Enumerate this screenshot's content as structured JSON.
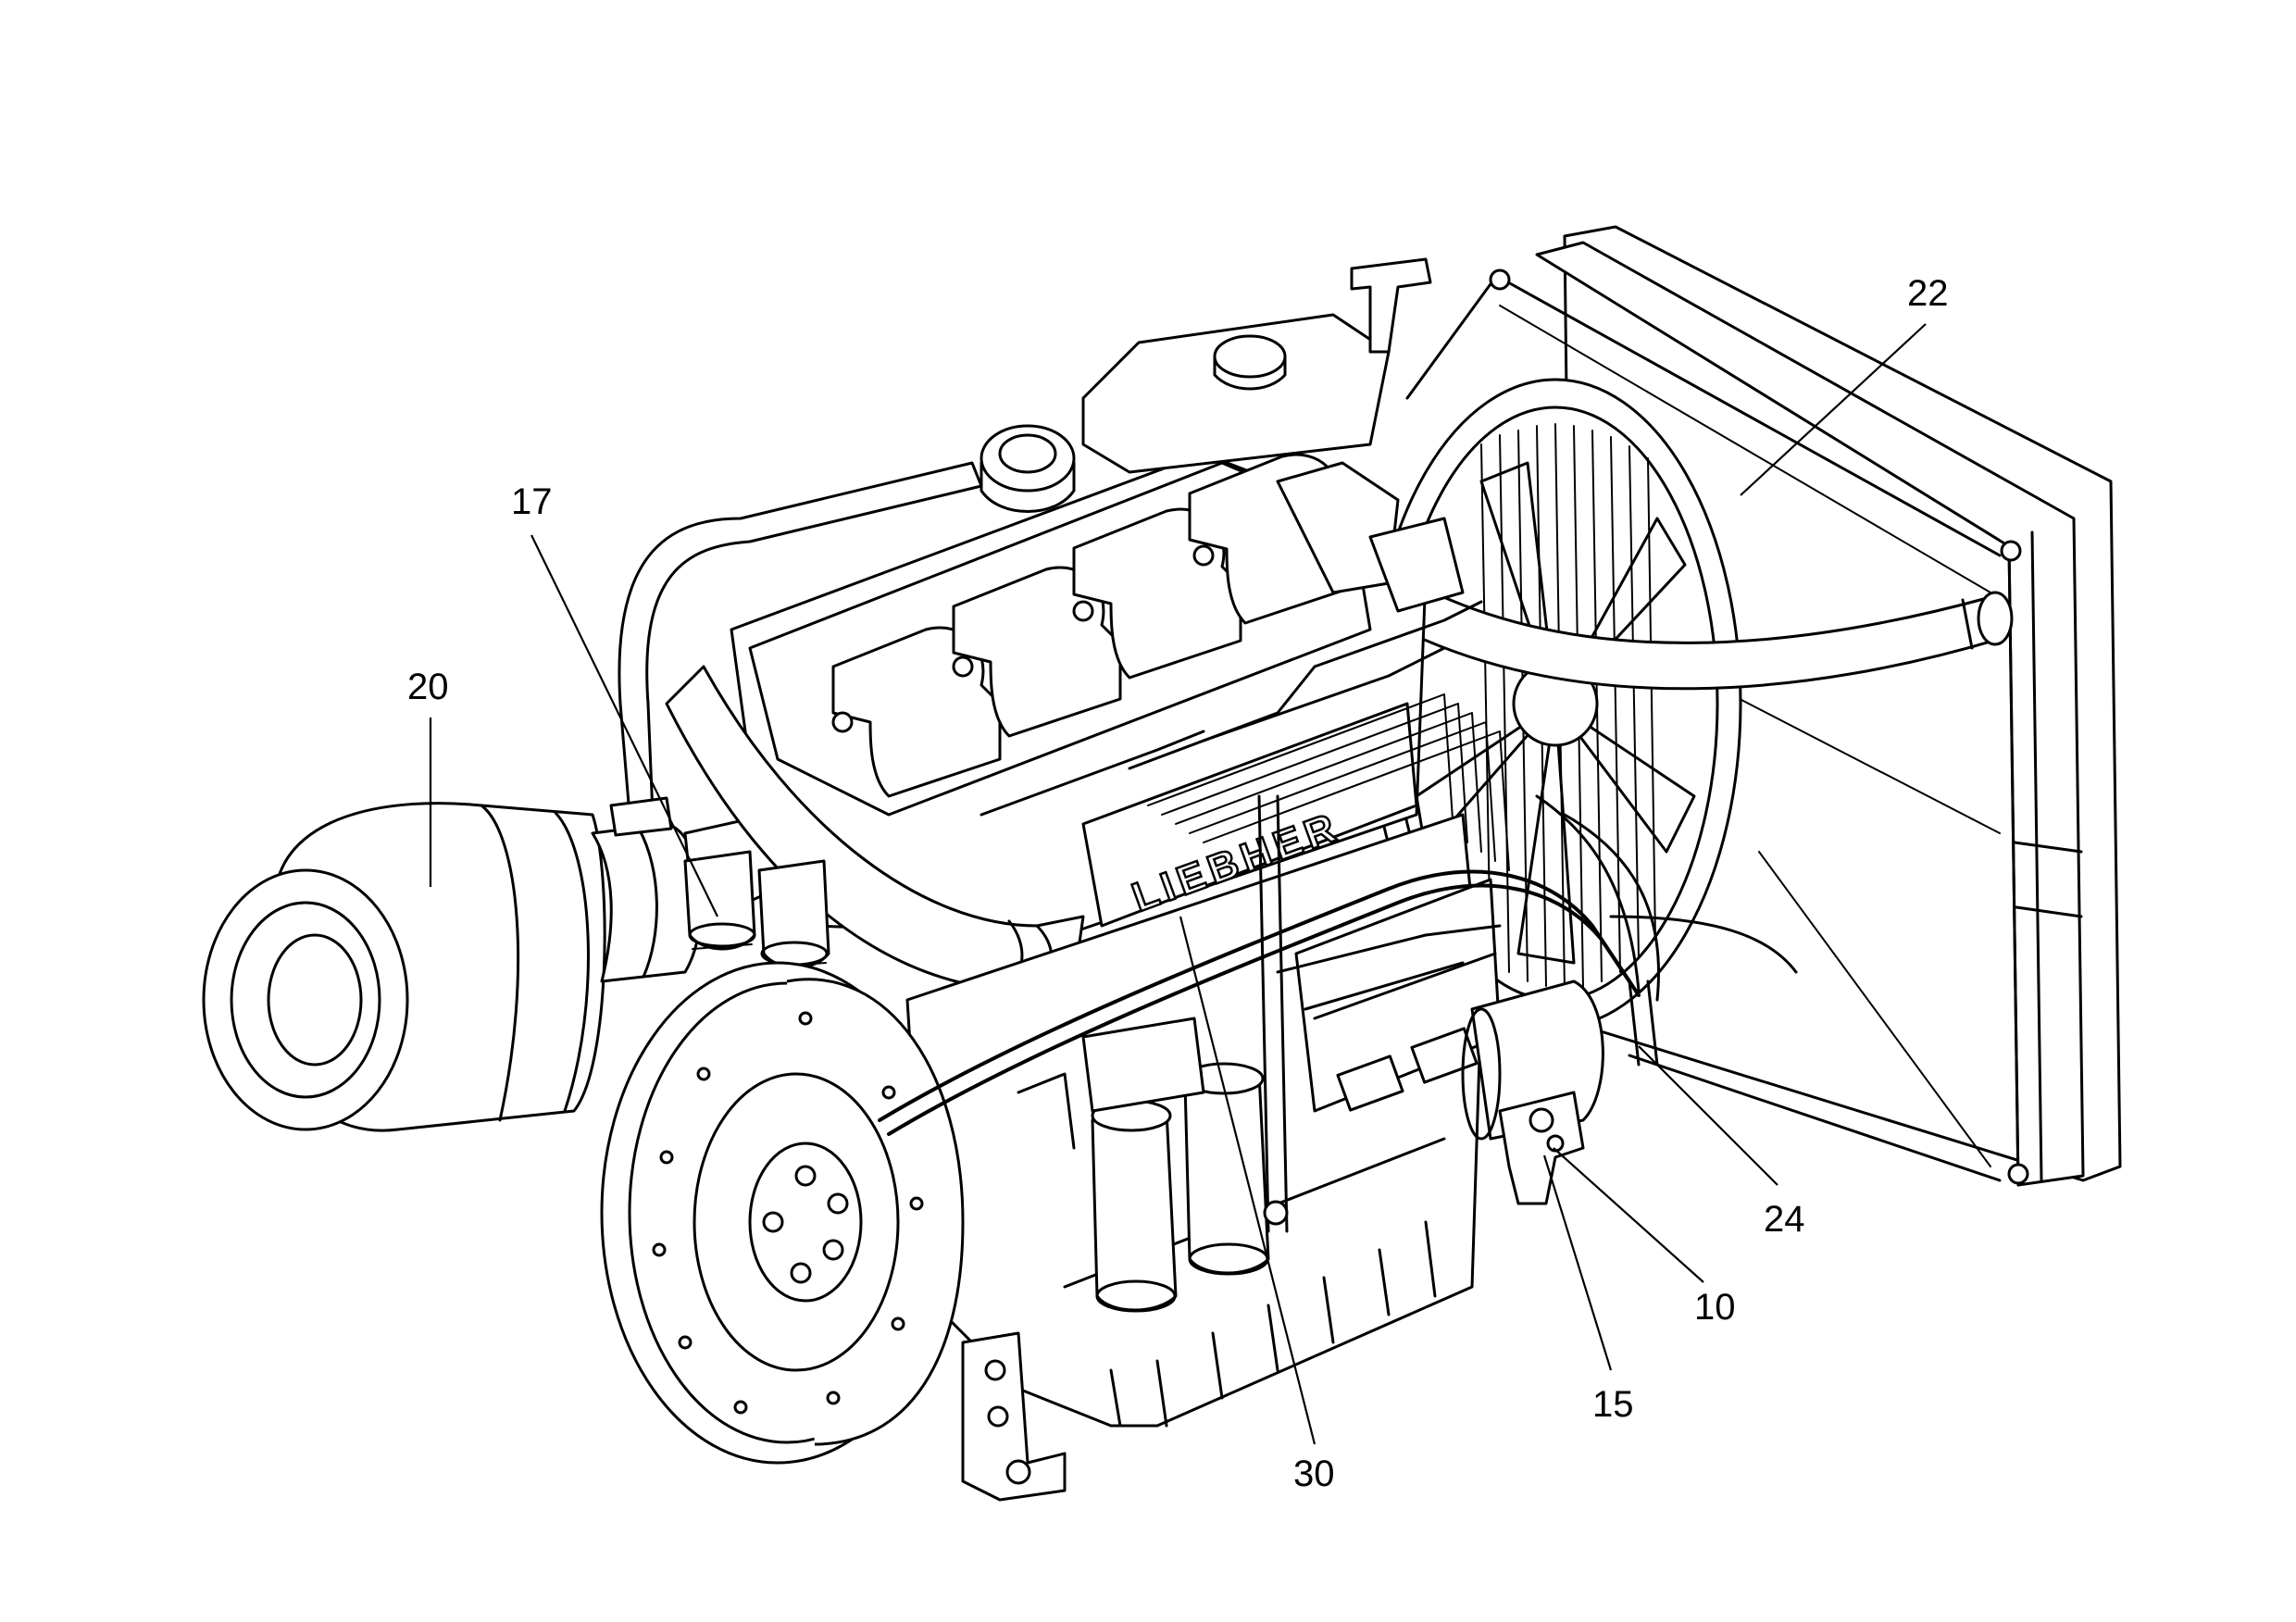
{
  "brand_text": "LIEBHER",
  "callouts": [
    {
      "id": "17",
      "label": "17"
    },
    {
      "id": "20",
      "label": "20"
    },
    {
      "id": "22",
      "label": "22"
    },
    {
      "id": "24",
      "label": "24"
    },
    {
      "id": "10",
      "label": "10"
    },
    {
      "id": "15",
      "label": "15"
    },
    {
      "id": "30",
      "label": "30"
    }
  ],
  "colors": {
    "ink": "#000000",
    "paper": "#ffffff"
  }
}
